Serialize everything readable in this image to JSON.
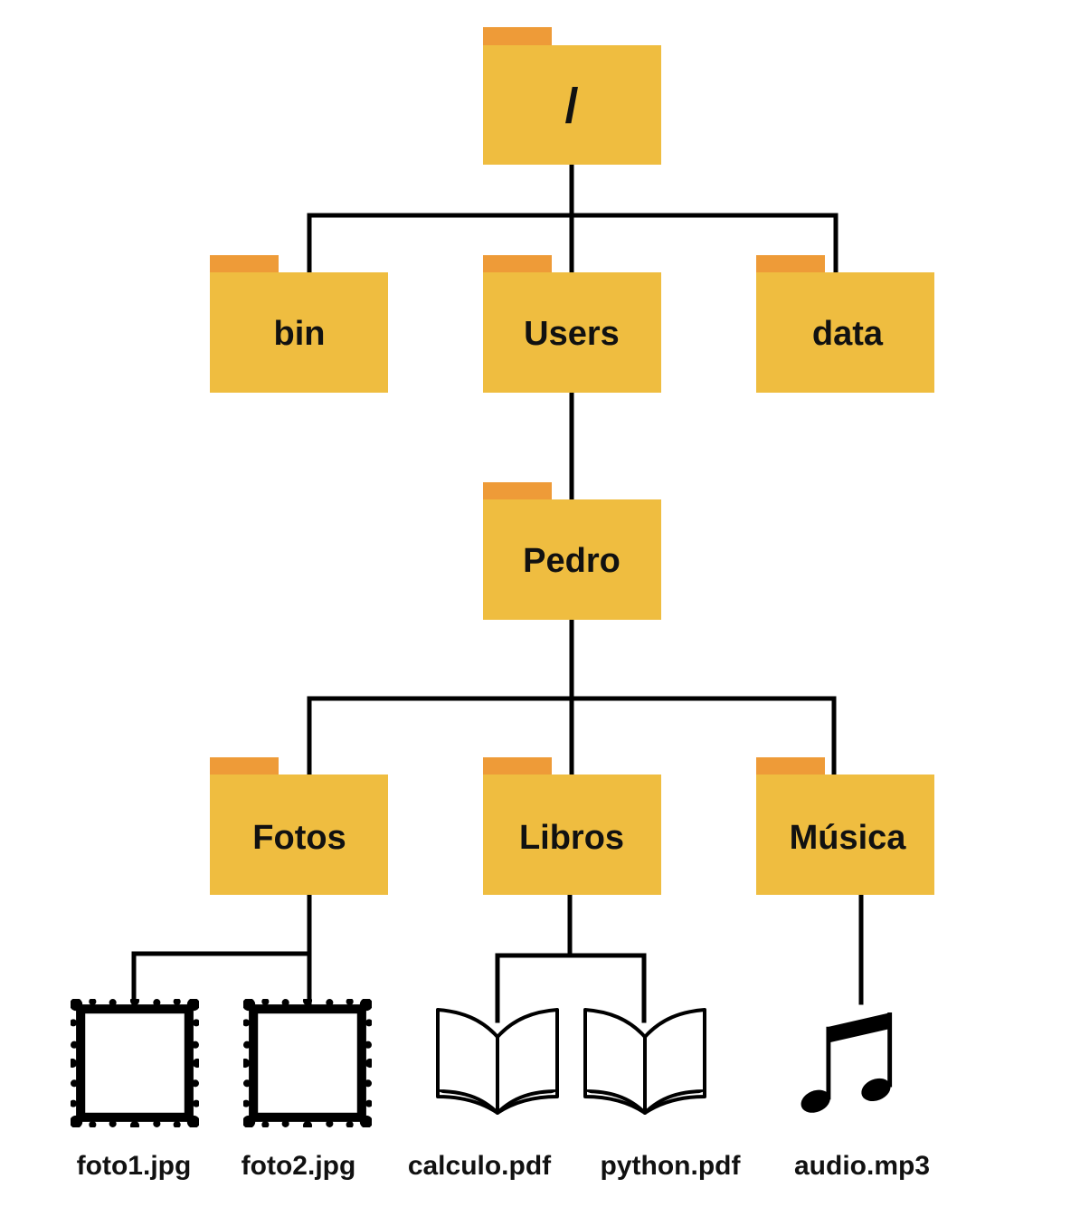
{
  "tree": {
    "root": {
      "label": "/",
      "icon": "folder-icon"
    },
    "level1": [
      {
        "label": "bin",
        "icon": "folder-icon"
      },
      {
        "label": "Users",
        "icon": "folder-icon"
      },
      {
        "label": "data",
        "icon": "folder-icon"
      }
    ],
    "user": {
      "label": "Pedro",
      "icon": "folder-icon"
    },
    "level3": [
      {
        "label": "Fotos",
        "icon": "folder-icon"
      },
      {
        "label": "Libros",
        "icon": "folder-icon"
      },
      {
        "label": "Música",
        "icon": "folder-icon"
      }
    ],
    "files": [
      {
        "label": "foto1.jpg",
        "icon": "picture-frame-icon"
      },
      {
        "label": "foto2.jpg",
        "icon": "picture-frame-icon"
      },
      {
        "label": "calculo.pdf",
        "icon": "open-book-icon"
      },
      {
        "label": "python.pdf",
        "icon": "open-book-icon"
      },
      {
        "label": "audio.mp3",
        "icon": "music-note-icon"
      }
    ]
  },
  "colors": {
    "folder_body": "#EFBD40",
    "folder_tab": "#EE9B38",
    "connector": "#000000",
    "text": "#111111"
  }
}
